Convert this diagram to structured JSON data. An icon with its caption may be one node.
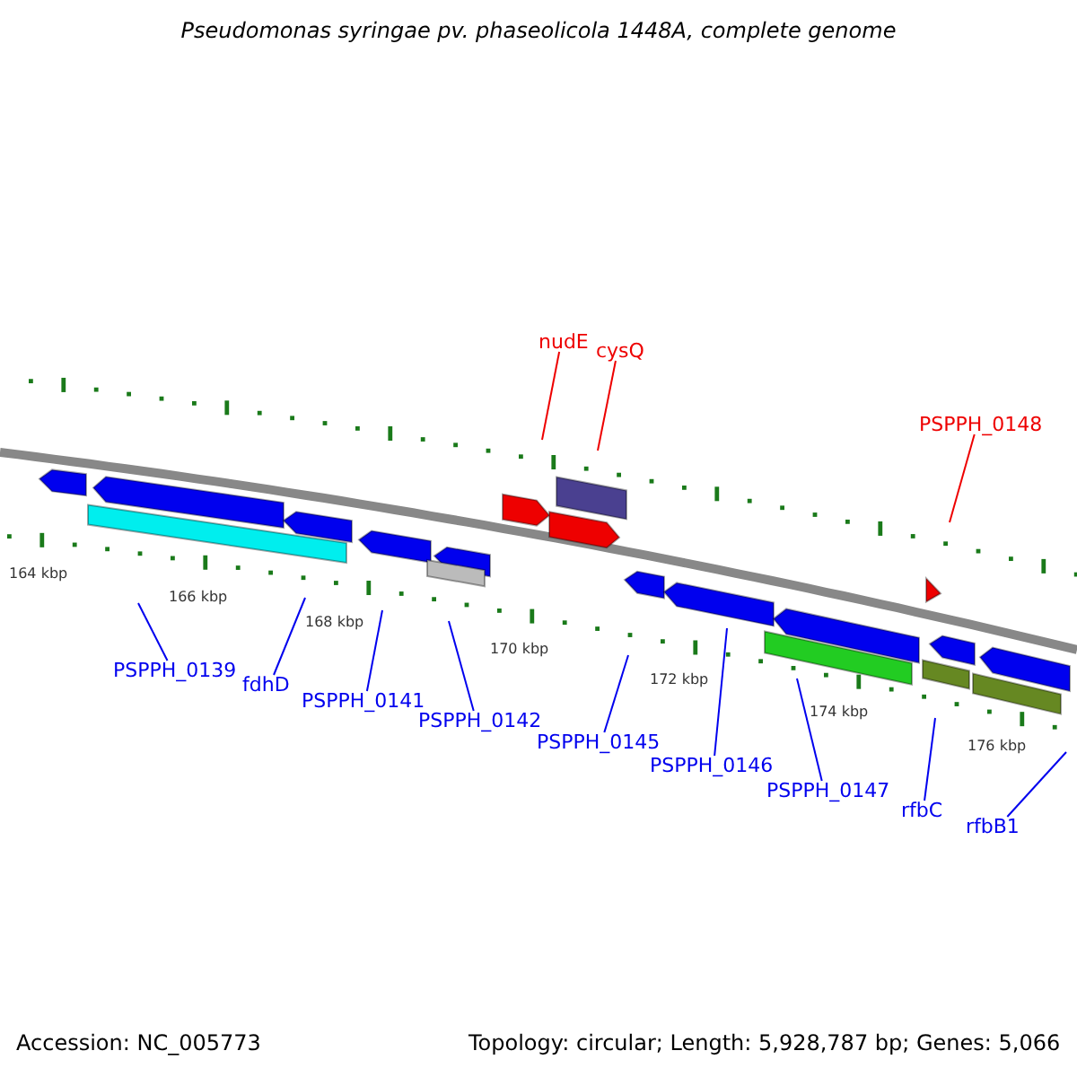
{
  "diagram": {
    "title": "Pseudomonas syringae pv. phaseolicola 1448A, complete genome",
    "nodes": [
      {
        "text": [
          "nudE"
        ]
      },
      {
        "text": [
          "cysQ"
        ]
      },
      {
        "text": [
          "PSPPH_0148"
        ]
      },
      {
        "text": [
          "PSPPH_0139"
        ]
      },
      {
        "text": [
          "fdhD"
        ]
      },
      {
        "text": [
          "PSPPH_0141"
        ]
      },
      {
        "text": [
          "PSPPH_0142"
        ]
      },
      {
        "text": [
          "PSPPH_0145"
        ]
      },
      {
        "text": [
          "PSPPH_0146"
        ]
      },
      {
        "text": [
          "PSPPH_0147"
        ]
      },
      {
        "text": [
          "rfbC"
        ]
      },
      {
        "text": [
          "rfbB1"
        ]
      }
    ],
    "edges": [
      {
        "from": 0,
        "to": null,
        "arrow": "none",
        "color": "#ee0000"
      },
      {
        "from": 1,
        "to": null,
        "arrow": "none",
        "color": "#ee0000"
      },
      {
        "from": 2,
        "to": null,
        "arrow": "none",
        "color": "#ee0000"
      },
      {
        "from": 3,
        "to": null,
        "arrow": "none"
      },
      {
        "from": 4,
        "to": null,
        "arrow": "none"
      },
      {
        "from": 5,
        "to": null,
        "arrow": "none"
      },
      {
        "from": 6,
        "to": null,
        "arrow": "none"
      },
      {
        "from": 7,
        "to": null,
        "arrow": "none"
      },
      {
        "from": 8,
        "to": null,
        "arrow": "none"
      },
      {
        "from": 9,
        "to": null,
        "arrow": "none"
      },
      {
        "from": 10,
        "to": null,
        "arrow": "none"
      },
      {
        "from": 11,
        "to": null,
        "arrow": "none"
      }
    ],
    "labels": [
      "164 kbp",
      "166 kbp",
      "168 kbp",
      "170 kbp",
      "172 kbp",
      "174 kbp",
      "176 kbp",
      "Accession: NC_005773",
      "Topology: circular; Length: 5,928,787 bp; Genes: 5,066"
    ]
  }
}
